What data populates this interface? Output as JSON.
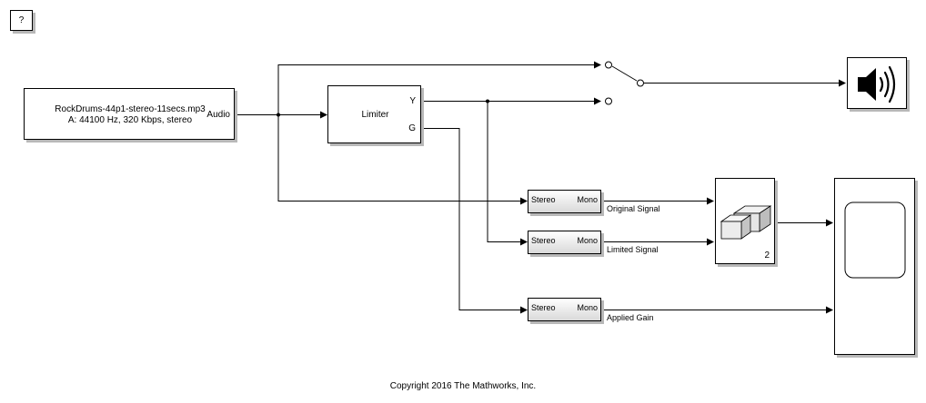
{
  "help_button": {
    "label": "?"
  },
  "source_block": {
    "file_line": "RockDrums-44p1-stereo-11secs.mp3",
    "info_line": "A: 44100 Hz, 320 Kbps, stereo",
    "output_port": "Audio"
  },
  "limiter_block": {
    "label": "Limiter",
    "ports": {
      "y": "Y",
      "g": "G"
    }
  },
  "stereo_to_mono_blocks": [
    {
      "in_label": "Stereo",
      "out_label": "Mono",
      "signal": "Original Signal"
    },
    {
      "in_label": "Stereo",
      "out_label": "Mono",
      "signal": "Limited Signal"
    },
    {
      "in_label": "Stereo",
      "out_label": "Mono",
      "signal": "Applied Gain"
    }
  ],
  "concatenate_block": {
    "inputs_count": "2"
  },
  "speaker_icon": "speaker-icon",
  "scope_icon": "scope-icon",
  "copyright": "Copyright 2016 The Mathworks, Inc."
}
